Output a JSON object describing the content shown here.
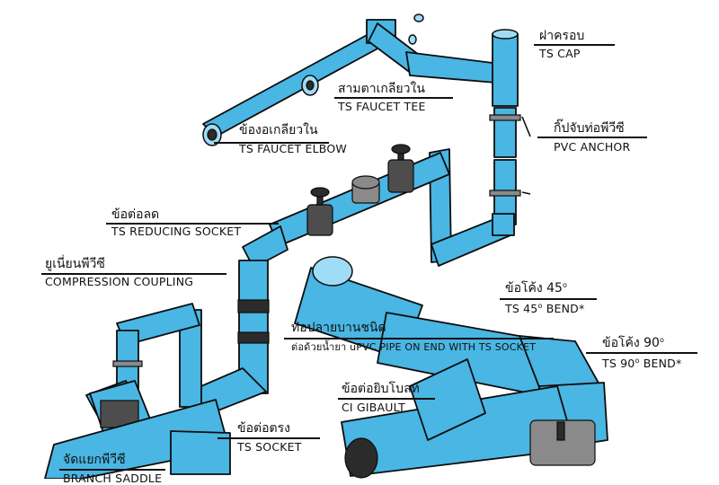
{
  "colors": {
    "pipe": "#49b6e3",
    "pipe_light": "#9fdcf5",
    "outline": "#0d0d0d",
    "metal": "#4a4a4a"
  },
  "labels": {
    "cap": {
      "thai": "ฝาครอบ",
      "en": "TS CAP"
    },
    "faucet_tee": {
      "thai": "สามตาเกลียวใน",
      "en": "TS FAUCET TEE"
    },
    "pvc_anchor": {
      "thai": "กิ๊ปจับท่อพีวีซี",
      "en": "PVC ANCHOR"
    },
    "faucet_elbow": {
      "thai": "ข้องอเกลียวใน",
      "en": "TS FAUCET ELBOW"
    },
    "reducing_socket": {
      "thai": "ข้อต่อลด",
      "en": "TS REDUCING SOCKET"
    },
    "compression_coupling": {
      "thai": "ยูเนี่ยนพีวีซี",
      "en": "COMPRESSION COUPLING"
    },
    "bend45": {
      "thai": "ข้อโค้ง 45",
      "thai_sup": "o",
      "en": "TS 45",
      "en_sup": "o",
      "en_tail": " BEND*"
    },
    "plain_end": {
      "thai": "ท่อปลายบานชนิด",
      "en": "ต่อด้วยน้ำยา uPVC PIPE ON END WITH TS SOCKET"
    },
    "bend90": {
      "thai": "ข้อโค้ง 90",
      "thai_sup": "o",
      "en": "TS 90",
      "en_sup": "o",
      "en_tail": " BEND*"
    },
    "gibault": {
      "thai": "ข้อต่อยิบโบลท์",
      "en": "CI GIBAULT"
    },
    "socket": {
      "thai": "ข้อต่อตรง",
      "en": "TS SOCKET"
    },
    "branch_saddle": {
      "thai": "จัดแยกพีวีซี",
      "en": "BRANCH SADDLE"
    }
  }
}
